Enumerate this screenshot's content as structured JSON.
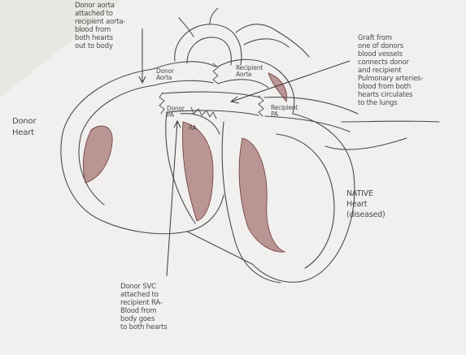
{
  "annotations": {
    "donor_aorta_note": "Donor aorta\nattached to\nrecipient aorta-\nblood from\nboth hearts\nout to body",
    "graft_note": "Graft from\none of donors\nblood vessels\nconnects donor\nand recipient\nPulmonary arteries-\nblood from both\nhearts circulates\nto the lungs",
    "donor_heart_label": "Donor\nHeart",
    "native_heart_label": "NATIVE\nHeart\n(diseased)",
    "donor_svc_note": "Donor SVC\nattached to\nrecipient RA-\nBlood from\nbody goes\nto both hearts",
    "donor_aorta_label": "Donor\nAorta",
    "recipient_aorta_label": "Recipient\nAorta",
    "donor_pa_label": "Donor\nPA",
    "recipient_pa_label": "Recipient\nPA",
    "recipient_ra_label": "RA"
  },
  "colors": {
    "pencil": "#4a4a4a",
    "chamber_fill": "#8a4a4a",
    "paper": "#f1f0ee"
  }
}
